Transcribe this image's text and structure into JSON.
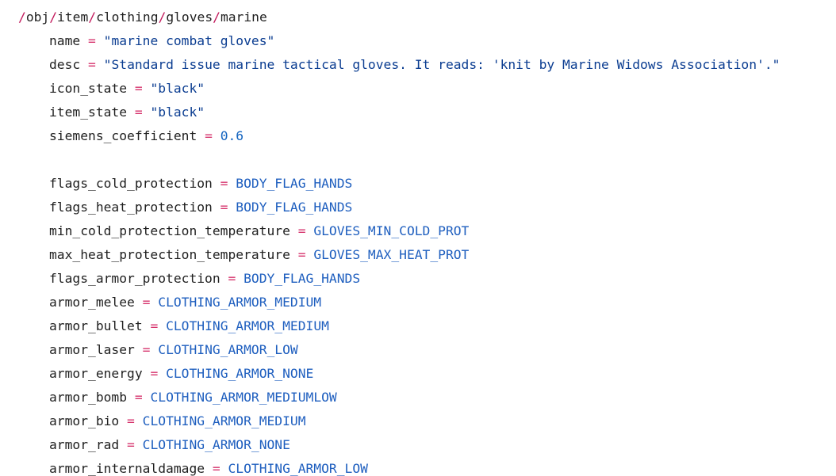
{
  "code": {
    "path": [
      "obj",
      "item",
      "clothing",
      "gloves",
      "marine"
    ],
    "assign_op": "=",
    "groups": [
      [
        {
          "key": "name",
          "value": "\"marine combat gloves\"",
          "kind": "string"
        },
        {
          "key": "desc",
          "value": "\"Standard issue marine tactical gloves. It reads: 'knit by Marine Widows Association'.\"",
          "kind": "string"
        },
        {
          "key": "icon_state",
          "value": "\"black\"",
          "kind": "string"
        },
        {
          "key": "item_state",
          "value": "\"black\"",
          "kind": "string"
        },
        {
          "key": "siemens_coefficient",
          "value": "0.6",
          "kind": "number"
        }
      ],
      [
        {
          "key": "flags_cold_protection",
          "value": "BODY_FLAG_HANDS",
          "kind": "constant"
        },
        {
          "key": "flags_heat_protection",
          "value": "BODY_FLAG_HANDS",
          "kind": "constant"
        },
        {
          "key": "min_cold_protection_temperature",
          "value": "GLOVES_MIN_COLD_PROT",
          "kind": "constant"
        },
        {
          "key": "max_heat_protection_temperature",
          "value": "GLOVES_MAX_HEAT_PROT",
          "kind": "constant"
        },
        {
          "key": "flags_armor_protection",
          "value": "BODY_FLAG_HANDS",
          "kind": "constant"
        },
        {
          "key": "armor_melee",
          "value": "CLOTHING_ARMOR_MEDIUM",
          "kind": "constant"
        },
        {
          "key": "armor_bullet",
          "value": "CLOTHING_ARMOR_MEDIUM",
          "kind": "constant"
        },
        {
          "key": "armor_laser",
          "value": "CLOTHING_ARMOR_LOW",
          "kind": "constant"
        },
        {
          "key": "armor_energy",
          "value": "CLOTHING_ARMOR_NONE",
          "kind": "constant"
        },
        {
          "key": "armor_bomb",
          "value": "CLOTHING_ARMOR_MEDIUMLOW",
          "kind": "constant"
        },
        {
          "key": "armor_bio",
          "value": "CLOTHING_ARMOR_MEDIUM",
          "kind": "constant"
        },
        {
          "key": "armor_rad",
          "value": "CLOTHING_ARMOR_NONE",
          "kind": "constant"
        },
        {
          "key": "armor_internaldamage",
          "value": "CLOTHING_ARMOR_LOW",
          "kind": "constant"
        }
      ]
    ]
  },
  "colors": {
    "path_slash": "#c2185b",
    "operator": "#d6336c",
    "string": "#0b3d91",
    "number": "#1565c0",
    "constant": "#1f5fbf",
    "text": "#1f1f1f"
  }
}
